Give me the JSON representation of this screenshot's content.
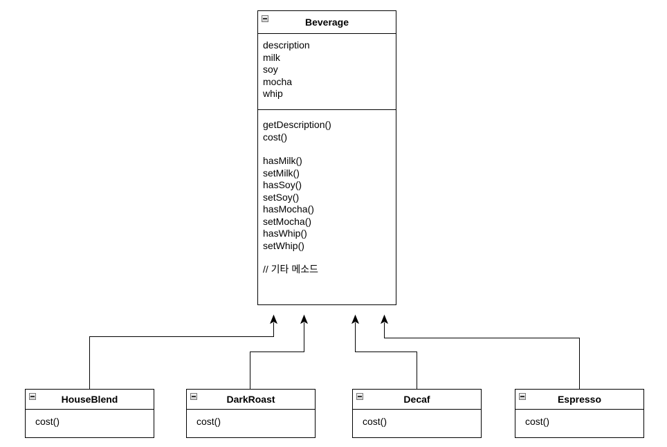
{
  "diagram": {
    "parent": {
      "name": "Beverage",
      "attributes": [
        "description",
        "milk",
        "soy",
        "mocha",
        "whip"
      ],
      "methods": [
        "getDescription()",
        "cost()",
        "",
        "hasMilk()",
        "setMilk()",
        "hasSoy()",
        "setSoy()",
        "hasMocha()",
        "setMocha()",
        "hasWhip()",
        "setWhip()",
        "",
        "// 기타 메소드"
      ]
    },
    "children": [
      {
        "name": "HouseBlend",
        "methods": [
          "cost()"
        ]
      },
      {
        "name": "DarkRoast",
        "methods": [
          "cost()"
        ]
      },
      {
        "name": "Decaf",
        "methods": [
          "cost()"
        ]
      },
      {
        "name": "Espresso",
        "methods": [
          "cost()"
        ]
      }
    ],
    "relationship": "inheritance"
  }
}
